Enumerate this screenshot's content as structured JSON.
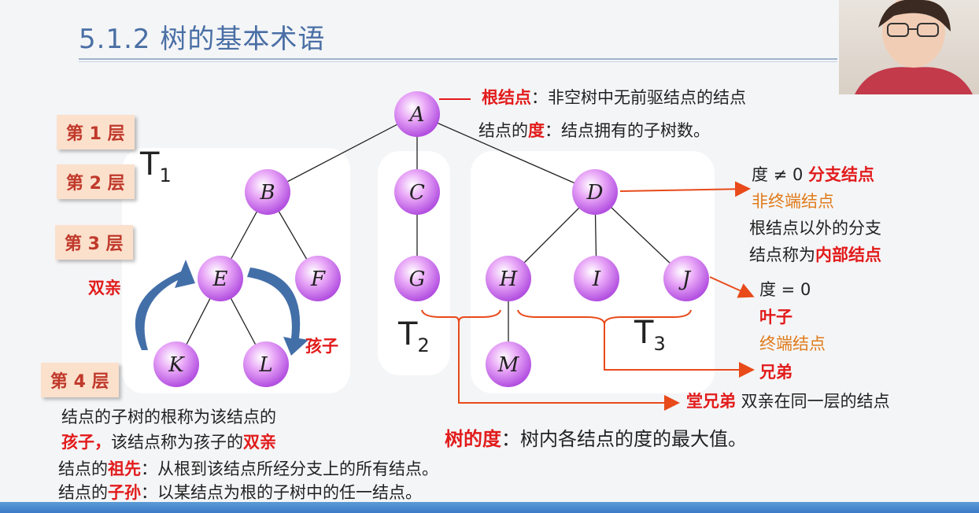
{
  "title": "5.1.2 树的基本术语",
  "levels": [
    "第 1 层",
    "第 2 层",
    "第 3 层",
    "第 4 层"
  ],
  "nodes": {
    "A": "A",
    "B": "B",
    "C": "C",
    "D": "D",
    "E": "E",
    "F": "F",
    "G": "G",
    "H": "H",
    "I": "I",
    "J": "J",
    "K": "K",
    "L": "L",
    "M": "M"
  },
  "subtrees": {
    "t1": "T",
    "t1_sub": "1",
    "t2": "T",
    "t2_sub": "2",
    "t3": "T",
    "t3_sub": "3"
  },
  "root_def": {
    "term": "根结点",
    "text": "：非空树中无前驱结点的结点"
  },
  "degree_def": {
    "prefix": "结点的",
    "term": "度",
    "text": "：结点拥有的子树数。"
  },
  "branch": {
    "line1_prefix": "度 ≠ 0 ",
    "line1_term": "分支结点",
    "line2": "非终端结点",
    "line3": "根结点以外的分支",
    "line4_prefix": "结点称为",
    "line4_term": "内部结点"
  },
  "leaf": {
    "line1": "度 = 0",
    "term": "叶子",
    "alt": "终端结点"
  },
  "sibling": "兄弟",
  "cousin": {
    "term": "堂兄弟",
    "text": " 双亲在同一层的结点"
  },
  "parent_label": "双亲",
  "child_label": "孩子",
  "tree_degree": {
    "term": "树的度",
    "text": "：树内各结点的度的最大值。"
  },
  "child_def": {
    "line1": "结点的子树的根称为该结点的",
    "line2_term1": "孩子，",
    "line2_text": "该结点称为孩子的",
    "line2_term2": "双亲"
  },
  "ancestor_def": {
    "prefix": "结点的",
    "term": "祖先",
    "text": "：从根到该结点所经分支上的所有结点。"
  },
  "descendant_def": {
    "prefix": "结点的",
    "term": "子孙",
    "text": "：以某结点为根的子树中的任一结点。"
  },
  "colors": {
    "title": "#4a6fa5",
    "term": "#e21b1b",
    "alt": "#e07b1a",
    "node": "#cc66ee"
  }
}
